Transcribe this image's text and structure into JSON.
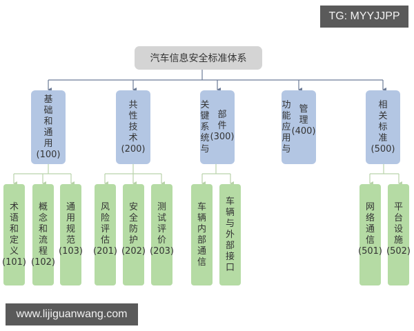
{
  "diagram": {
    "root": {
      "label": "汽车信息安全标准体系"
    },
    "categories": [
      {
        "id": "100",
        "label": "基\n础\n和\n通\n用\n(100)"
      },
      {
        "id": "200",
        "label": "共\n性\n技\n术\n(200)"
      },
      {
        "id": "300",
        "label_col1": "关\n键\n系\n统\n与",
        "label_col2": "部\n件\n(300)"
      },
      {
        "id": "400",
        "label_col1": "功\n能\n应\n用\n与",
        "label_col2": "管\n理\n(400)"
      },
      {
        "id": "500",
        "label": "相\n关\n标\n准\n(500)"
      }
    ],
    "subcategories": [
      {
        "parent": "100",
        "label": "术\n语\n和\n定\n义\n(101)"
      },
      {
        "parent": "100",
        "label": "概\n念\n和\n流\n程\n(102)"
      },
      {
        "parent": "100",
        "label": "通\n用\n规\n范\n(103)"
      },
      {
        "parent": "200",
        "label": "风\n险\n评\n估\n(201)"
      },
      {
        "parent": "200",
        "label": "安\n全\n防\n护\n(202)"
      },
      {
        "parent": "200",
        "label": "测\n试\n评\n价\n(203)"
      },
      {
        "parent": "300",
        "label": "车\n辆\n内\n部\n通\n信"
      },
      {
        "parent": "300",
        "label": "车\n辆\n与\n外\n部\n接\n口"
      },
      {
        "parent": "500",
        "label": "网\n络\n通\n信\n(501)"
      },
      {
        "parent": "500",
        "label": "平\n台\n设\n施\n(502)"
      }
    ],
    "colors": {
      "root_fill": "#d4d4d4",
      "category_fill": "#b3c6e3",
      "subcategory_fill": "#b5dba4",
      "connector_top": "#6b7a96",
      "connector_bottom": "#b9d3aa"
    }
  },
  "watermarks": {
    "top_right": "TG: MYYJJPP",
    "bottom_left": "www.lijiguanwang.com"
  }
}
